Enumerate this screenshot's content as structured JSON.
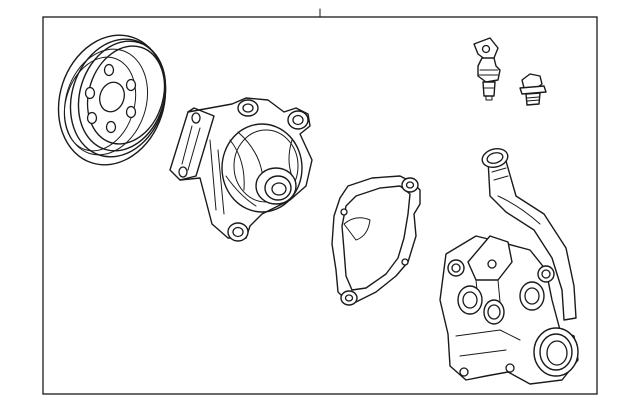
{
  "diagram": {
    "frame_color": "#1a1a1a",
    "background": "#ffffff",
    "parts": [
      "pulley",
      "water-pump",
      "gasket",
      "sensor",
      "bolt",
      "thermostat-housing",
      "coolant-pipe"
    ]
  }
}
